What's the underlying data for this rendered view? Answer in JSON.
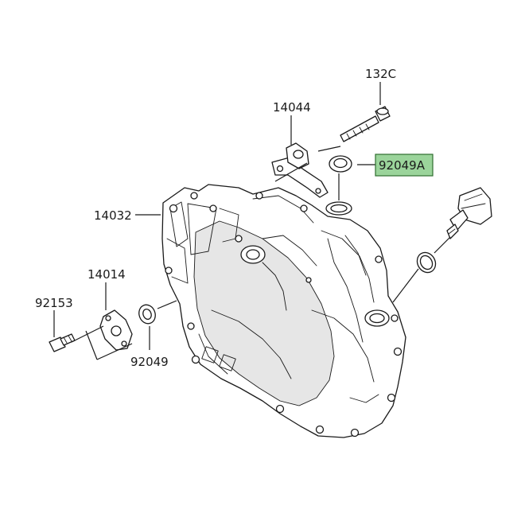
{
  "labels": {
    "bolt": "132C",
    "bracket": "14044",
    "seal_highlighted": "92049A",
    "cover": "14032",
    "plate": "14014",
    "bolt_small": "92153",
    "seal_small": "92049"
  },
  "colors": {
    "highlight_fill": "#9bd49b",
    "highlight_stroke": "#2f6e2f",
    "ink": "#1a1a1a"
  }
}
